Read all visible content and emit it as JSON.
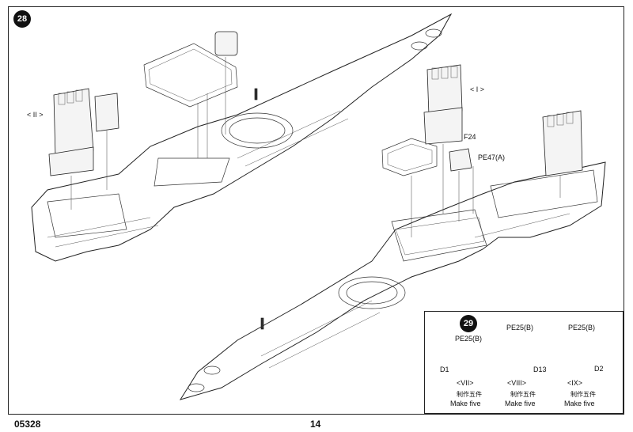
{
  "step_main": {
    "number": "28"
  },
  "callouts": {
    "roman_two": "< II >",
    "roman_one": "< I >",
    "f24": "F24",
    "pe47a": "PE47(A)"
  },
  "step_sub": {
    "number": "29",
    "groups": [
      {
        "pe": "PE25(B)",
        "part": "D1",
        "roman": "<VII>",
        "cn": "制作五件",
        "en": "Make five"
      },
      {
        "pe": "PE25(B)",
        "part": "D13",
        "roman": "<VIII>",
        "cn": "制作五件",
        "en": "Make five"
      },
      {
        "pe": "PE25(B)",
        "part": "D2",
        "roman": "<IX>",
        "cn": "制作五件",
        "en": "Make five"
      }
    ]
  },
  "footer": {
    "code": "05328",
    "page": "14"
  }
}
